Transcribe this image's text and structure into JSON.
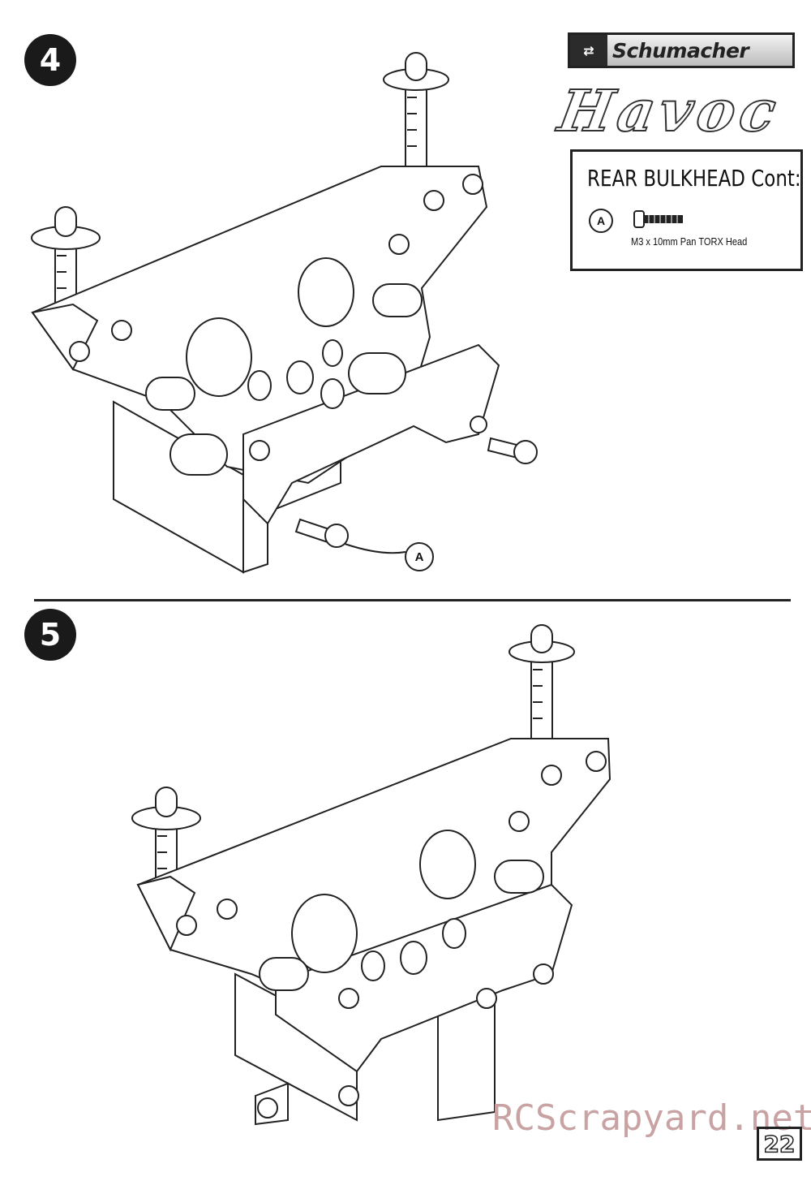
{
  "steps": [
    {
      "number": "4"
    },
    {
      "number": "5"
    }
  ],
  "brand": {
    "logo_mark": "⇄",
    "name": "Schumacher",
    "model": "Havoc"
  },
  "parts_box": {
    "title": "REAR BULKHEAD Cont:",
    "parts": [
      {
        "letter": "A",
        "description": "M3 x 10mm Pan TORX Head"
      }
    ]
  },
  "callouts": [
    {
      "letter": "A"
    }
  ],
  "watermark": "RCScrapyard.net",
  "page_number": "22"
}
